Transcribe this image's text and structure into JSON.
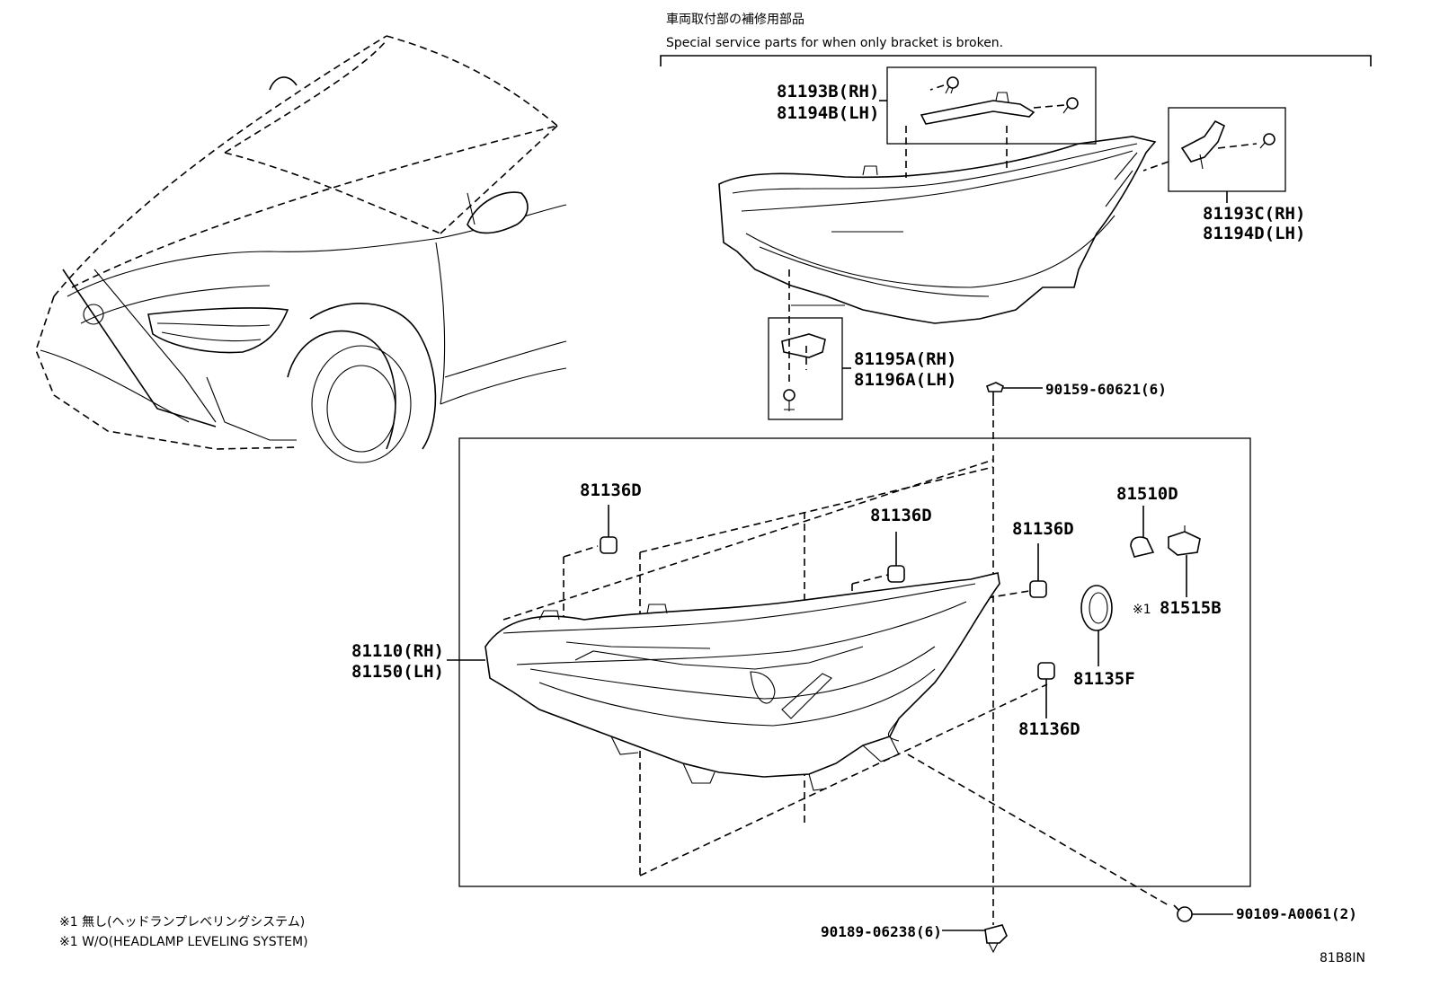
{
  "header": {
    "title_jp": "車両取付部の補修用部品",
    "title_en": "Special service parts for when only bracket is broken."
  },
  "parts": {
    "bracket_top_rh": "81193B(RH)",
    "bracket_top_lh": "81194B(LH)",
    "bracket_right_rh": "81193C(RH)",
    "bracket_right_lh": "81194D(LH)",
    "bracket_lower_rh": "81195A(RH)",
    "bracket_lower_lh": "81196A(LH)",
    "screw_top": "90159-60621(6)",
    "cap_a": "81136D",
    "cap_b": "81136D",
    "cap_c": "81136D",
    "cap_d": "81136D",
    "bulb": "81510D",
    "socket_mark": "※1",
    "socket": "81515B",
    "headlamp_rh": "81110(RH)",
    "headlamp_lh": "81150(LH)",
    "cover": "81135F",
    "nut_bottom": "90189-06238(6)",
    "screw_right": "90109-A0061(2)"
  },
  "footnotes": {
    "note_jp": "※1 無し(ヘッドランプレベリングシステム)",
    "note_en": "※1 W/O(HEADLAMP LEVELING SYSTEM)"
  },
  "figure_code": "81B8IN"
}
